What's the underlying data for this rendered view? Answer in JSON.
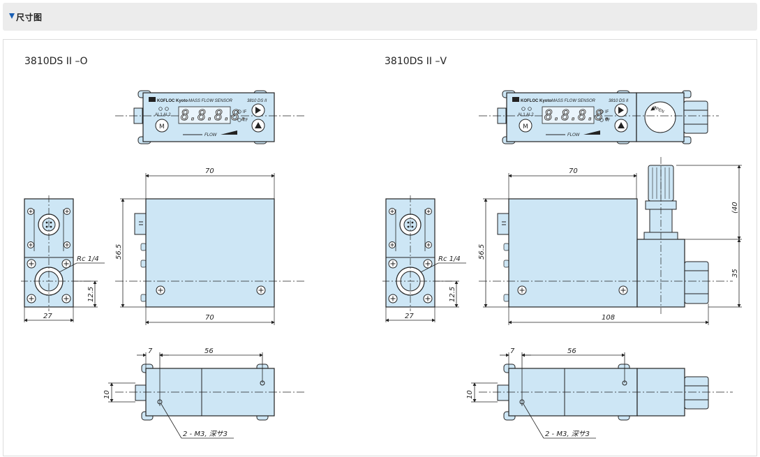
{
  "section": {
    "title": "尺寸图"
  },
  "models": [
    {
      "name": "3810DS II –O",
      "front": {
        "brand": "KOFLOC Kyoto",
        "product": "MASS FLOW SENSOR",
        "model": "3810 DS II",
        "al1": "AL1",
        "al2": "AL2",
        "if": "IF",
        "tf": "TF",
        "m": "M",
        "flow": "FLOW",
        "digits": "8.8.8.8."
      },
      "dims": {
        "width_top": "70",
        "width_bottom": "70",
        "height": "56.5",
        "side_width": "27",
        "side_offset": "12.5",
        "port": "Rc 1/4",
        "hole_x": "7",
        "hole_spacing": "56",
        "hole_y": "10",
        "holes": "2 - M3, 深サ3"
      }
    },
    {
      "name": "3810DS II –V",
      "front": {
        "brand": "KOFLOC Kyoto",
        "product": "MASS FLOW SENSOR",
        "model": "3810 DS II",
        "al1": "AL1",
        "al2": "AL2",
        "if": "IF",
        "tf": "TF",
        "m": "M",
        "flow": "FLOW",
        "digits": "8.8.8.8.",
        "open": "OPEN"
      },
      "dims": {
        "width_top": "70",
        "width_bottom": "108",
        "height": "56.5",
        "valve_height": "(40",
        "valve_body": "35",
        "side_width": "27",
        "side_offset": "12.5",
        "port": "Rc 1/4",
        "hole_x": "7",
        "hole_spacing": "56",
        "hole_y": "10",
        "holes": "2 - M3, 深サ3"
      }
    }
  ],
  "colors": {
    "body": "#cde6f5",
    "line": "#222222",
    "accent": "#1a5fb4"
  }
}
